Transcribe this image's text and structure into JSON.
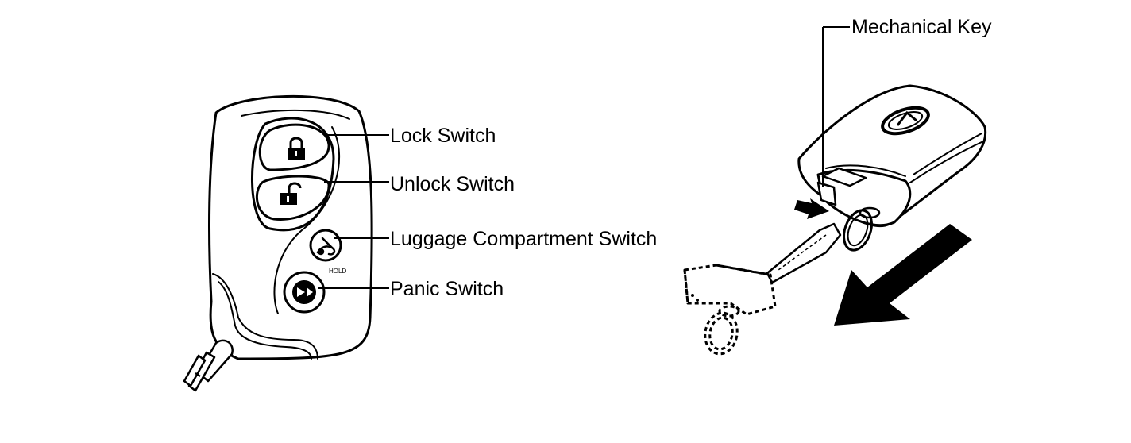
{
  "labels": {
    "lock": "Lock Switch",
    "unlock": "Unlock Switch",
    "luggage": "Luggage Compartment Switch",
    "panic": "Panic Switch",
    "mechanical_key": "Mechanical Key",
    "hold": "HOLD"
  },
  "icons": {
    "lock": "padlock-closed-icon",
    "unlock": "padlock-open-icon",
    "luggage": "trunk-icon",
    "panic": "horn-icon",
    "direction": "arrow-down-left-icon",
    "emblem": "brand-emblem-icon"
  },
  "colors": {
    "line": "#000000",
    "fill": "#ffffff"
  }
}
